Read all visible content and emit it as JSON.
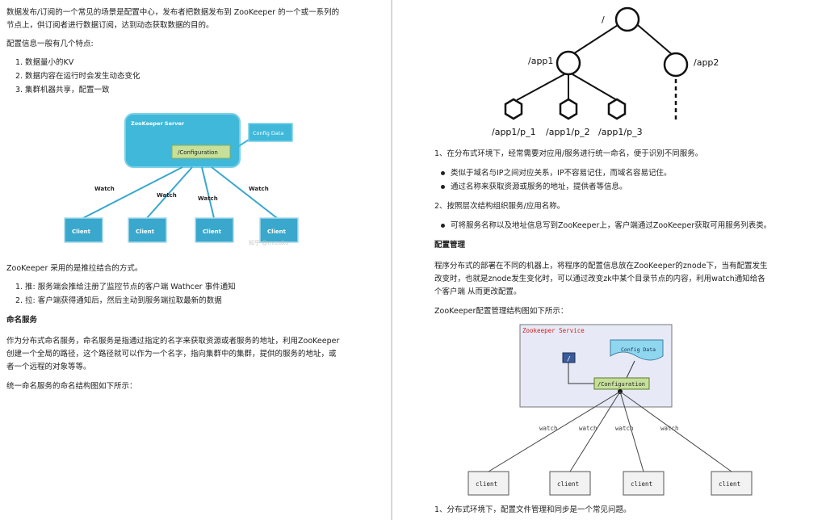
{
  "left": {
    "intro": [
      "数据发布/订阅的一个常见的场景是配置中心，发布者把数据发布到 ZooKeeper 的一个或一系列的",
      "节点上，供订阅者进行数据订阅，达到动态获取数据的目的。"
    ],
    "config_features_title": "配置信息一般有几个特点:",
    "config_features": [
      "数据量小的KV",
      "数据内容在运行时会发生动态变化",
      "集群机器共享，配置一致"
    ],
    "diagram1": {
      "server": "ZooKeeper Server",
      "config": "Config Data",
      "configuration": "/Configuration",
      "watch": "Watch",
      "client": "Client",
      "watermark": "知乎 @mrzuku"
    },
    "push_pull": "ZooKeeper 采用的是推拉结合的方式。",
    "push_pull_items": [
      "推: 服务端会推给注册了监控节点的客户端 Wathcer 事件通知",
      "拉: 客户端获得通知后，然后主动到服务端拉取最新的数据"
    ],
    "naming_title": "命名服务",
    "naming_body": [
      "作为分布式命名服务，命名服务是指通过指定的名字来获取资源或者服务的地址，利用ZooKeeper",
      "创建一个全局的路径，这个路径就可以作为一个名字，指向集群中的集群，提供的服务的地址，或",
      "者一个远程的对象等等。"
    ],
    "naming_struct": "统一命名服务的命名结构图如下所示："
  },
  "right": {
    "tree": {
      "root": "/",
      "app1": "/app1",
      "app2": "/app2",
      "p1": "/app1/p_1",
      "p2": "/app1/p_2",
      "p3": "/app1/p_3"
    },
    "item1": "1、在分布式环境下，经常需要对应用/服务进行统一命名，便于识别不同服务。",
    "item1_bullets": [
      "类似于域名与IP之间对应关系，IP不容易记住，而域名容易记住。",
      "通过名称来获取资源或服务的地址，提供者等信息。"
    ],
    "item2": "2、按照层次结构组织服务/应用名称。",
    "item2_bullets": [
      "可将服务名称以及地址信息写到ZooKeeper上，客户端通过ZooKeeper获取可用服务列表类。"
    ],
    "config_title": "配置管理",
    "config_body": [
      "程序分布式的部署在不同的机器上，将程序的配置信息放在ZooKeeper的znode下，当有配置发生",
      "改变时，也就是znode发生变化时，可以通过改变zk中某个目录节点的内容，利用watch通知给各",
      "个客户端 从而更改配置。"
    ],
    "config_struct": "ZooKeeper配置管理结构图如下所示：",
    "diagram2": {
      "service": "Zookeeper Service",
      "config": "Config Data",
      "slash": "/",
      "configuration": "/Configuration",
      "watch": "watch",
      "client": "client"
    },
    "last": "1、分布式环境下，配置文件管理和同步是一个常见问题。"
  },
  "colors": {
    "zk_blue": "#3fb8d9",
    "green_node": "#c6e09a",
    "client_blue": "#3aa7cc"
  }
}
